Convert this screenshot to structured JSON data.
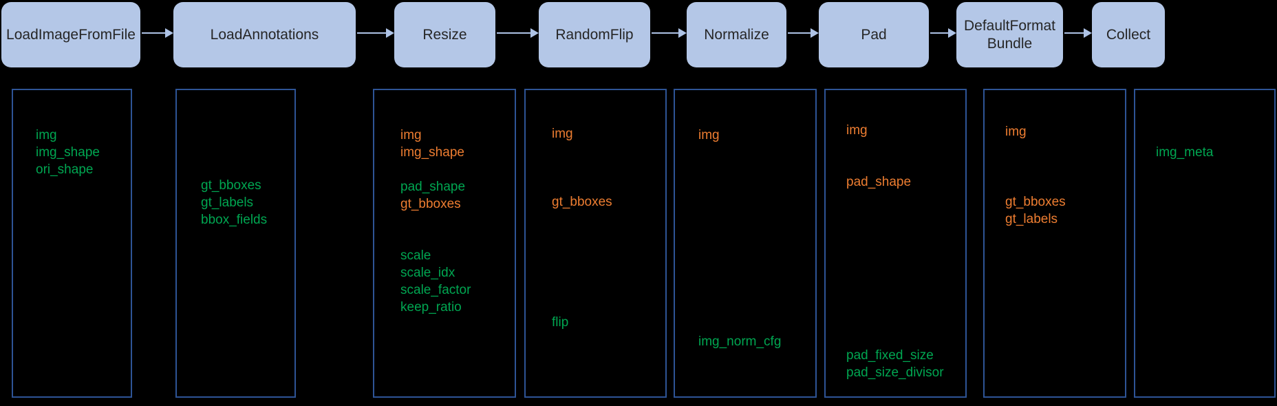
{
  "colors": {
    "background": "#000000",
    "stage_box_fill": "#b4c7e7",
    "stage_box_text": "#262626",
    "arrow": "#aec3e6",
    "panel_border": "#2e5496",
    "panel_background": "#000000",
    "key_green": "#00a651",
    "key_orange": "#ed7d31"
  },
  "stages": [
    {
      "label": "LoadImageFromFile"
    },
    {
      "label": "LoadAnnotations"
    },
    {
      "label": "Resize"
    },
    {
      "label": "RandomFlip"
    },
    {
      "label": "Normalize"
    },
    {
      "label": "Pad"
    },
    {
      "label": "DefaultFormat\nBundle"
    },
    {
      "label": "Collect"
    }
  ],
  "panels": [
    {
      "items": [
        {
          "text": "img",
          "color": "#00a651"
        },
        {
          "text": "img_shape",
          "color": "#00a651"
        },
        {
          "text": "ori_shape",
          "color": "#00a651"
        }
      ]
    },
    {
      "items": [
        {
          "text": "gt_bboxes",
          "color": "#00a651"
        },
        {
          "text": "gt_labels",
          "color": "#00a651"
        },
        {
          "text": "bbox_fields",
          "color": "#00a651"
        }
      ]
    },
    {
      "items": [
        {
          "text": "img",
          "color": "#ed7d31"
        },
        {
          "text": "img_shape",
          "color": "#ed7d31"
        },
        {
          "text": "pad_shape",
          "color": "#00a651"
        },
        {
          "text": "gt_bboxes",
          "color": "#ed7d31"
        },
        {
          "text": "scale",
          "color": "#00a651"
        },
        {
          "text": "scale_idx",
          "color": "#00a651"
        },
        {
          "text": "scale_factor",
          "color": "#00a651"
        },
        {
          "text": "keep_ratio",
          "color": "#00a651"
        }
      ]
    },
    {
      "items": [
        {
          "text": "img",
          "color": "#ed7d31"
        },
        {
          "text": "gt_bboxes",
          "color": "#ed7d31"
        },
        {
          "text": "flip",
          "color": "#00a651"
        }
      ]
    },
    {
      "items": [
        {
          "text": "img",
          "color": "#ed7d31"
        },
        {
          "text": "img_norm_cfg",
          "color": "#00a651"
        }
      ]
    },
    {
      "items": [
        {
          "text": "img",
          "color": "#ed7d31"
        },
        {
          "text": "pad_shape",
          "color": "#ed7d31"
        },
        {
          "text": "pad_fixed_size",
          "color": "#00a651"
        },
        {
          "text": "pad_size_divisor",
          "color": "#00a651"
        }
      ]
    },
    {
      "items": [
        {
          "text": "img",
          "color": "#ed7d31"
        },
        {
          "text": "gt_bboxes",
          "color": "#ed7d31"
        },
        {
          "text": "gt_labels",
          "color": "#ed7d31"
        }
      ]
    },
    {
      "items": [
        {
          "text": "img_meta",
          "color": "#00a651"
        }
      ]
    }
  ]
}
